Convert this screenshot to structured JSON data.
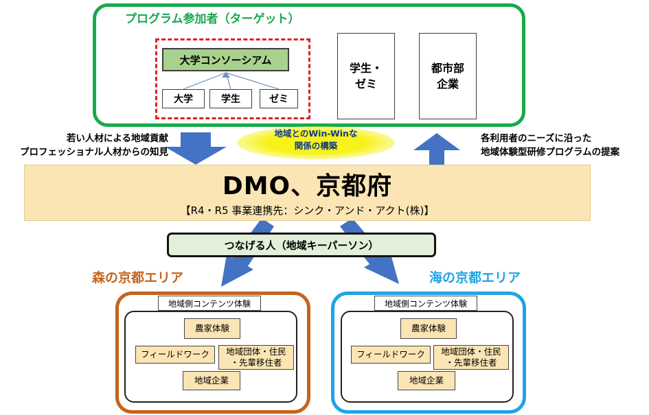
{
  "participants": {
    "title": "プログラム参加者（ターゲット）",
    "consortium": "大学コンソーシアム",
    "members": [
      "大学",
      "学生",
      "ゼミ"
    ],
    "student_seminar": "学生・\nゼミ",
    "urban_company": "都市部\n企業"
  },
  "flows": {
    "left_text": "若い人材による地域貢献\nプロフェッショナル人材からの知見",
    "right_text": "各利用者のニーズに沿った\n地域体験型研修プログラムの提案",
    "center_text": "地域とのWin-Winな\n関係の構築"
  },
  "dmo": {
    "title": "DMO、京都府",
    "subtitle": "【R4・R5 事業連携先：シンク・アンド・アクト(株)】"
  },
  "connector": "つなげる人（地域キーパーソン）",
  "areas": {
    "forest": {
      "title": "森の京都エリア",
      "content_label": "地域側コンテンツ体験",
      "items": [
        "農家体験",
        "フィールドワーク",
        "地域団体・住民\n・先輩移住者",
        "地域企業"
      ]
    },
    "sea": {
      "title": "海の京都エリア",
      "content_label": "地域側コンテンツ体験",
      "items": [
        "農家体験",
        "フィールドワーク",
        "地域団体・住民\n・先輩移住者",
        "地域企業"
      ]
    }
  },
  "colors": {
    "green": "#17a94b",
    "red": "#e02020",
    "orange": "#c5641d",
    "blue": "#1ea5e3",
    "arrow": "#4472c4",
    "band": "#fbe5b4"
  }
}
